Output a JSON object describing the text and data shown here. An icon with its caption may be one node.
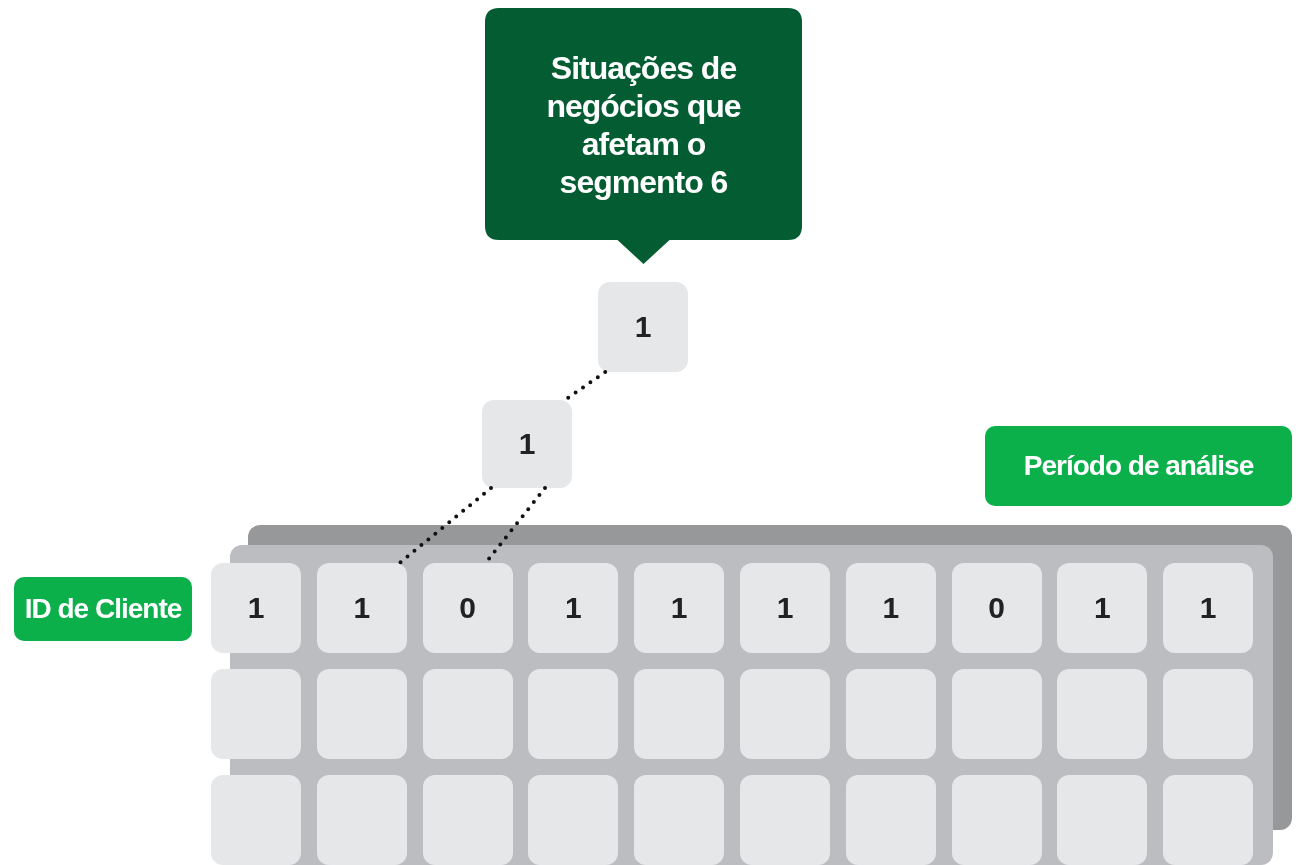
{
  "diagram": {
    "nodes": [
      {
        "text": [
          "Situações de negócios que afetam o segmento 6"
        ]
      },
      {
        "text": [
          "1"
        ]
      },
      {
        "text": [
          "1"
        ]
      },
      {
        "text": [
          "Período de análise"
        ]
      },
      {
        "text": [
          "ID de Cliente"
        ]
      },
      {
        "text": [
          "1"
        ]
      },
      {
        "text": [
          "1"
        ]
      },
      {
        "text": [
          "0"
        ]
      },
      {
        "text": [
          "1"
        ]
      },
      {
        "text": [
          "1"
        ]
      },
      {
        "text": [
          "1"
        ]
      },
      {
        "text": [
          "1"
        ]
      },
      {
        "text": [
          "0"
        ]
      },
      {
        "text": [
          "1"
        ]
      },
      {
        "text": [
          "1"
        ]
      },
      {
        "text": [],
        "shape": "box"
      },
      {
        "text": [],
        "shape": "box"
      },
      {
        "text": [],
        "shape": "box"
      },
      {
        "text": [],
        "shape": "box"
      },
      {
        "text": [],
        "shape": "box"
      },
      {
        "text": [],
        "shape": "box"
      },
      {
        "text": [],
        "shape": "box"
      },
      {
        "text": [],
        "shape": "box"
      },
      {
        "text": [],
        "shape": "box"
      },
      {
        "text": [],
        "shape": "box"
      },
      {
        "text": [],
        "shape": "box"
      },
      {
        "text": [],
        "shape": "box"
      },
      {
        "text": [],
        "shape": "box"
      },
      {
        "text": [],
        "shape": "box"
      },
      {
        "text": [],
        "shape": "box"
      },
      {
        "text": [],
        "shape": "box"
      },
      {
        "text": [],
        "shape": "box"
      },
      {
        "text": [],
        "shape": "box"
      },
      {
        "text": [],
        "shape": "box"
      },
      {
        "text": [],
        "shape": "box"
      }
    ],
    "edges": [
      {
        "from": 1,
        "to": 2,
        "arrow": "none",
        "style": "dashed"
      },
      {
        "from": 2,
        "to": 6,
        "arrow": "none",
        "style": "dashed"
      },
      {
        "from": 2,
        "to": 7,
        "arrow": "none",
        "style": "dashed"
      }
    ]
  }
}
